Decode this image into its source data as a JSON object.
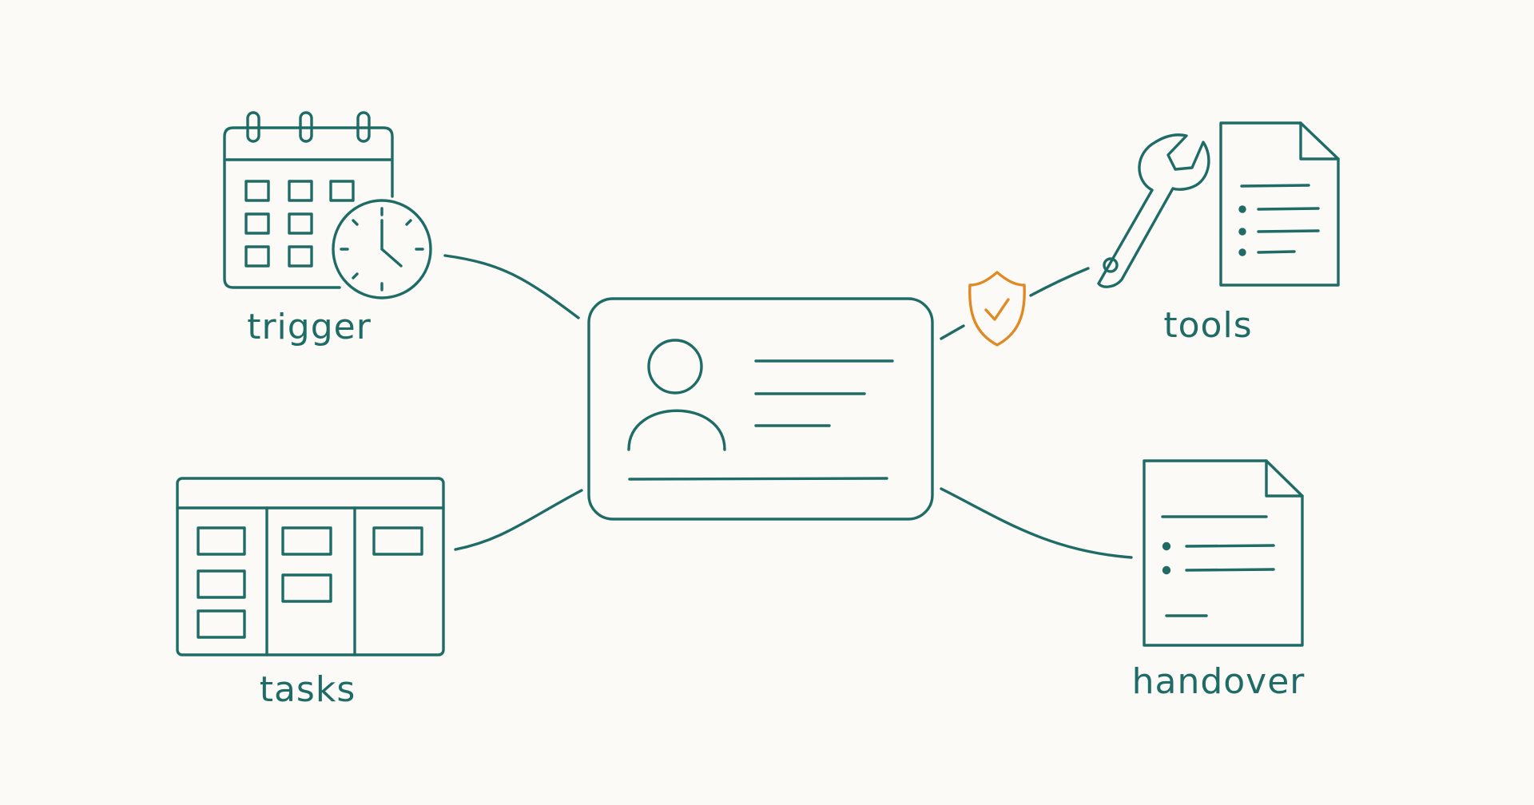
{
  "colors": {
    "background": "#fbfaf7",
    "ink": "#1f6b66",
    "accent": "#e08a26"
  },
  "nodes": {
    "center": {
      "icon": "agent-profile-card-icon"
    },
    "trigger": {
      "label": "trigger",
      "icon": "calendar-clock-icon"
    },
    "tasks": {
      "label": "tasks",
      "icon": "kanban-board-icon"
    },
    "tools": {
      "label": "tools",
      "icon": "wrench-document-icon"
    },
    "handover": {
      "label": "handover",
      "icon": "document-icon"
    }
  },
  "badges": {
    "tools_link": {
      "icon": "shield-check-icon"
    }
  }
}
